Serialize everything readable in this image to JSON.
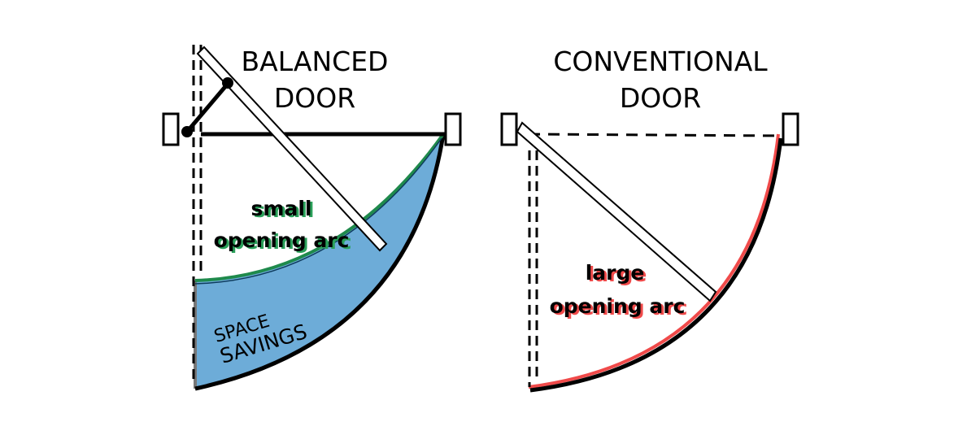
{
  "balanced": {
    "title_line1": "BALANCED",
    "title_line2": "DOOR",
    "arc_label_line1": "small",
    "arc_label_line2": "opening arc",
    "space_label_line1": "SPACE",
    "space_label_line2": "SAVINGS"
  },
  "conventional": {
    "title_line1": "CONVENTIONAL",
    "title_line2": "DOOR",
    "arc_label_line1": "large",
    "arc_label_line2": "opening arc"
  },
  "colors": {
    "small_arc": "#1f8a4c",
    "large_arc": "#f04a4a",
    "space_savings_fill": "#6dacd8",
    "line": "#000000"
  }
}
